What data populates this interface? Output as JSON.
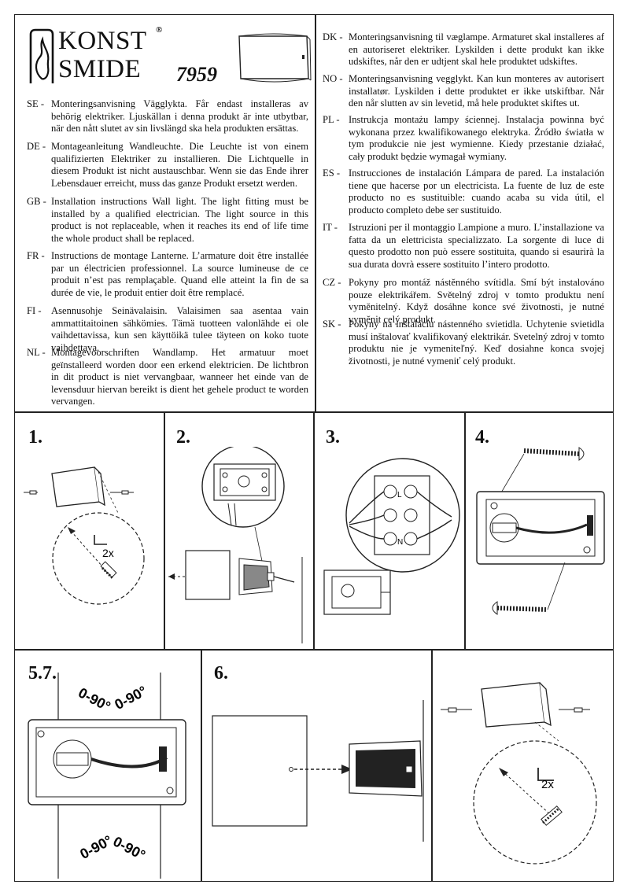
{
  "brand": {
    "line1": "KONST",
    "line2": "SMIDE",
    "registered": "®"
  },
  "model_number": "7959",
  "left_entries": [
    {
      "code": "SE -",
      "text": "Monteringsanvisning Vägglykta. Får endast installeras av behörig elektriker. Ljuskällan i denna produkt är inte utbytbar, när den nått slutet av sin livslängd ska hela produkten ersättas."
    },
    {
      "code": "DE -",
      "text": "Montageanleitung Wandleuchte. Die Leuchte ist von einem qualifizierten Elektriker zu installieren. Die Lichtquelle in diesem Produkt ist nicht austauschbar. Wenn sie das Ende ihrer Lebensdauer erreicht, muss das ganze Produkt ersetzt werden."
    },
    {
      "code": "GB -",
      "text": "Installation instructions Wall light. The light fitting must be installed by a qualified electrician. The light source in this product is not replaceable, when it reaches its end of life time the whole product shall be replaced."
    },
    {
      "code": "FR -",
      "text": "Instructions de montage Lanterne. L’armature doit être installée par un électricien professionnel. La source lumineuse de ce produit n’est pas remplaçable. Quand elle atteint la fin de sa durée de vie, le produit entier doit être remplacé."
    },
    {
      "code": "FI -",
      "text": "Asennusohje Seinävalaisin. Valaisimen saa asentaa vain ammattitaitoinen sähkömies. Tämä tuotteen valonlähde ei ole vaihdettavissa, kun sen käyttöikä tulee täyteen on koko tuote vaihdettava."
    },
    {
      "code": "NL -",
      "text": "Montagevoorschriften Wandlamp. Het armatuur moet geïnstalleerd worden door een erkend elektricien. De lichtbron in dit product is niet vervangbaar, wanneer het einde van de levensduur hiervan bereikt is dient het gehele product te worden vervangen."
    }
  ],
  "right_entries": [
    {
      "code": "DK -",
      "text": "Monteringsanvisning til væglampe. Armaturet skal installeres af en autoriseret elektriker. Lyskilden i dette produkt kan ikke udskiftes, når den er udtjent skal hele produktet udskiftes."
    },
    {
      "code": "NO -",
      "text": "Monteringsanvisning vegglykt. Kan kun monteres av autorisert installatør. Lyskilden i dette produktet er ikke utskiftbar. Når den når slutten av sin levetid, må hele produktet skiftes ut."
    },
    {
      "code": "PL -",
      "text": "Instrukcja montażu lampy ściennej. Instalacja powinna być wykonana przez kwalifikowanego elektryka. Źródło światła w tym produkcie nie jest wymienne. Kiedy przestanie działać, cały produkt będzie wymagał wymiany."
    },
    {
      "code": "ES -",
      "text": "Instrucciones de instalación Lámpara de pared. La instalación tiene que hacerse por un electricista. La fuente de luz de este producto no es sustituible: cuando acaba su vida útil, el producto completo debe ser sustituido."
    },
    {
      "code": "IT -",
      "text": "Istruzioni per il montaggio Lampione a muro. L’installazione va fatta da un elettricista specializzato. La sorgente di luce di questo prodotto non può essere sostituita, quando si esaurirà la sua durata dovrà essere sostituito l’intero prodotto."
    },
    {
      "code": "CZ -",
      "text": "Pokyny pro montáž nástěnného svítidla. Smí být instalováno pouze elektrikářem. Světelný zdroj v tomto produktu není vyměnitelný. Když dosáhne konce své životnosti, je nutné vyměnit celý produkt."
    },
    {
      "code": "SK -",
      "text": "Pokyny na inštaláciu nástenného svietidla. Uchytenie svietidla musí inštalovať kvalifikovaný elektrikár. Svetelný zdroj v tomto produktu nie je vymeniteľný. Keď dosiahne konca svojej životnosti, je nutné vymeniť celý produkt."
    }
  ],
  "steps": {
    "s1": "1.",
    "s2": "2.",
    "s3": "3.",
    "s4": "4.",
    "s5": "5.7.",
    "s6": "6."
  },
  "annotations": {
    "hex_key": "2x",
    "angle": "0-90°",
    "terminal_l": "L",
    "terminal_n": "N"
  }
}
